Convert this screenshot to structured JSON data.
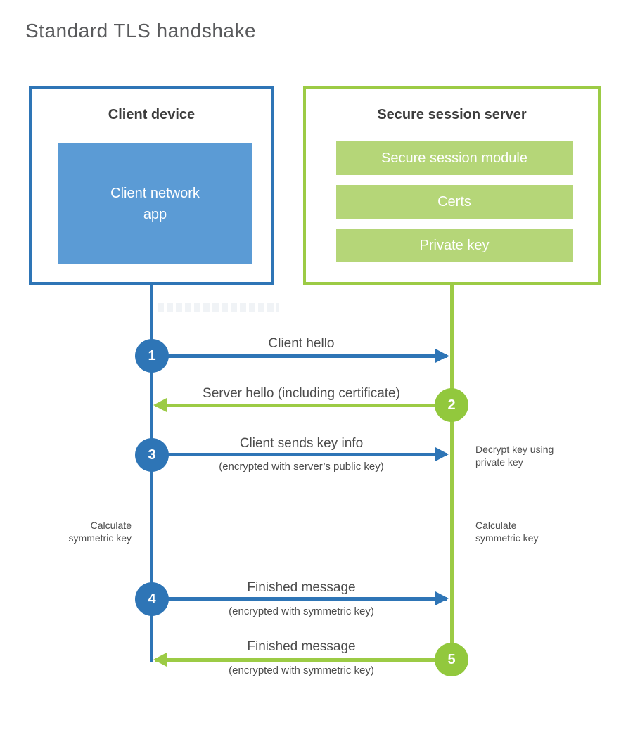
{
  "page_title": "Standard TLS handshake",
  "colors": {
    "blue": "#2e75b6",
    "blue_fill": "#5b9bd5",
    "green": "#9ccb45",
    "green_circle": "#92c83d",
    "green_fill": "#b5d678",
    "heading_gray": "#595a5c",
    "title_dark": "#3d3d3d",
    "label_gray": "#4c4c4c"
  },
  "client": {
    "title": "Client device",
    "app_lines": [
      "Client network",
      "app"
    ]
  },
  "server": {
    "title": "Secure session server",
    "modules": [
      "Secure session module",
      "Certs",
      "Private key"
    ]
  },
  "steps": [
    {
      "num": "1",
      "direction": "right",
      "label": "Client hello",
      "sub": ""
    },
    {
      "num": "2",
      "direction": "left",
      "label": "Server hello (including certificate)",
      "sub": ""
    },
    {
      "num": "3",
      "direction": "right",
      "label": "Client sends key info",
      "sub": "(encrypted with server’s public key)"
    },
    {
      "num": "4",
      "direction": "right",
      "label": "Finished message",
      "sub": "(encrypted with symmetric key)"
    },
    {
      "num": "5",
      "direction": "left",
      "label": "Finished message",
      "sub": "(encrypted with symmetric key)"
    }
  ],
  "notes": {
    "decrypt": [
      "Decrypt key using",
      "private key"
    ],
    "calc_left": [
      "Calculate",
      "symmetric key"
    ],
    "calc_right": [
      "Calculate",
      "symmetric key"
    ]
  }
}
